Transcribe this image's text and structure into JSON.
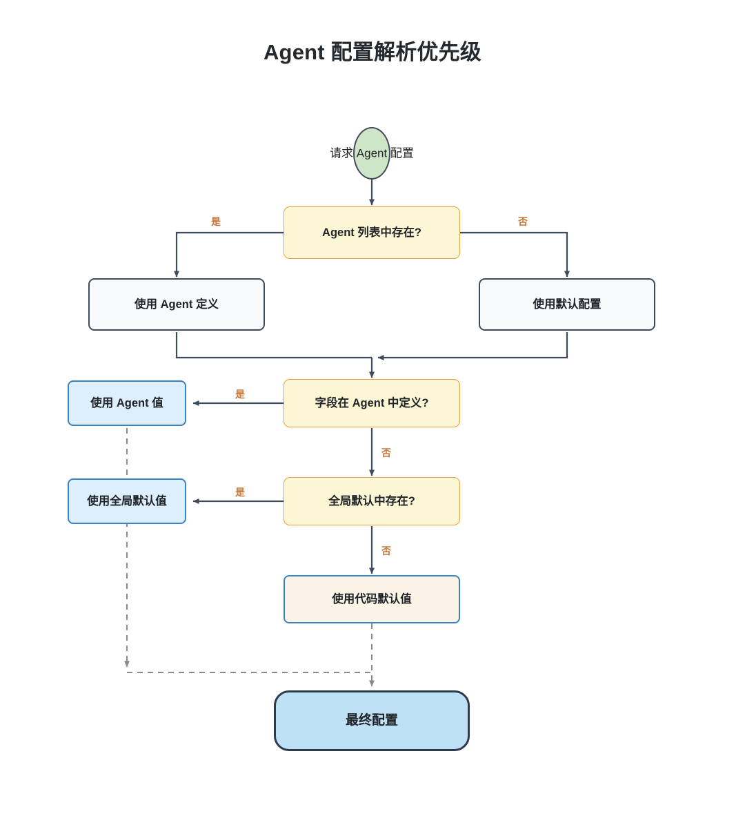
{
  "title": "Agent 配置解析优先级",
  "colors": {
    "background": "#ffffff",
    "title_text": "#24292e",
    "edge_line": "#3f4a5a",
    "edge_label": "#c8763c",
    "dashed_line": "#888888",
    "start_fill": "#cfe5c8",
    "start_stroke": "#3f4a5a",
    "decision_fill": "#fdf6d5",
    "decision_stroke": "#e3a23b",
    "process_fill": "#f7f9fb",
    "process_stroke": "#3f4a5a",
    "blue_fill": "#ddeefc",
    "blue_stroke": "#3c83c4",
    "code_default_fill": "#faf3e6",
    "final_fill": "#bfe1f5",
    "final_stroke": "#2f3b4d"
  },
  "chart_data": {
    "type": "diagram",
    "diagram_kind": "flowchart",
    "title": "Agent 配置解析优先级",
    "direction": "top-down",
    "nodes": [
      {
        "id": "start",
        "label": "请求 Agent 配置",
        "shape": "ellipse",
        "style": "start"
      },
      {
        "id": "d1",
        "label": "Agent 列表中存在?",
        "shape": "rounded-rect",
        "style": "decision"
      },
      {
        "id": "use_agent_def",
        "label": "使用 Agent 定义",
        "shape": "rounded-rect",
        "style": "process"
      },
      {
        "id": "use_default",
        "label": "使用默认配置",
        "shape": "rounded-rect",
        "style": "process"
      },
      {
        "id": "d2",
        "label": "字段在 Agent 中定义?",
        "shape": "rounded-rect",
        "style": "decision"
      },
      {
        "id": "use_agent_val",
        "label": "使用 Agent 值",
        "shape": "rounded-rect",
        "style": "blue"
      },
      {
        "id": "d3",
        "label": "全局默认中存在?",
        "shape": "rounded-rect",
        "style": "decision"
      },
      {
        "id": "use_global",
        "label": "使用全局默认值",
        "shape": "rounded-rect",
        "style": "blue"
      },
      {
        "id": "use_code",
        "label": "使用代码默认值",
        "shape": "rounded-rect",
        "style": "code-default"
      },
      {
        "id": "final",
        "label": "最终配置",
        "shape": "stadium",
        "style": "final"
      }
    ],
    "edges": [
      {
        "from": "start",
        "to": "d1",
        "label": "",
        "style": "solid"
      },
      {
        "from": "d1",
        "to": "use_agent_def",
        "label": "是",
        "style": "solid"
      },
      {
        "from": "d1",
        "to": "use_default",
        "label": "否",
        "style": "solid"
      },
      {
        "from": "use_agent_def",
        "to": "d2",
        "label": "",
        "style": "solid"
      },
      {
        "from": "use_default",
        "to": "d2",
        "label": "",
        "style": "solid"
      },
      {
        "from": "d2",
        "to": "use_agent_val",
        "label": "是",
        "style": "solid"
      },
      {
        "from": "d2",
        "to": "d3",
        "label": "否",
        "style": "solid"
      },
      {
        "from": "d3",
        "to": "use_global",
        "label": "是",
        "style": "solid"
      },
      {
        "from": "d3",
        "to": "use_code",
        "label": "否",
        "style": "solid"
      },
      {
        "from": "use_agent_val",
        "to": "final",
        "label": "",
        "style": "dashed"
      },
      {
        "from": "use_global",
        "to": "final",
        "label": "",
        "style": "dashed"
      },
      {
        "from": "use_code",
        "to": "final",
        "label": "",
        "style": "dashed"
      }
    ],
    "edge_labels": {
      "yes": "是",
      "no": "否"
    }
  },
  "nodes": {
    "start": {
      "label": "请求 Agent 配置"
    },
    "d1": {
      "label": "Agent 列表中存在?"
    },
    "use_agent_def": {
      "label": "使用 Agent 定义"
    },
    "use_default": {
      "label": "使用默认配置"
    },
    "d2": {
      "label": "字段在 Agent 中定义?"
    },
    "use_agent_val": {
      "label": "使用 Agent 值"
    },
    "d3": {
      "label": "全局默认中存在?"
    },
    "use_global": {
      "label": "使用全局默认值"
    },
    "use_code": {
      "label": "使用代码默认值"
    },
    "final": {
      "label": "最终配置"
    }
  },
  "labels": {
    "d1_yes": "是",
    "d1_no": "否",
    "d2_yes": "是",
    "d2_no": "否",
    "d3_yes": "是",
    "d3_no": "否"
  }
}
